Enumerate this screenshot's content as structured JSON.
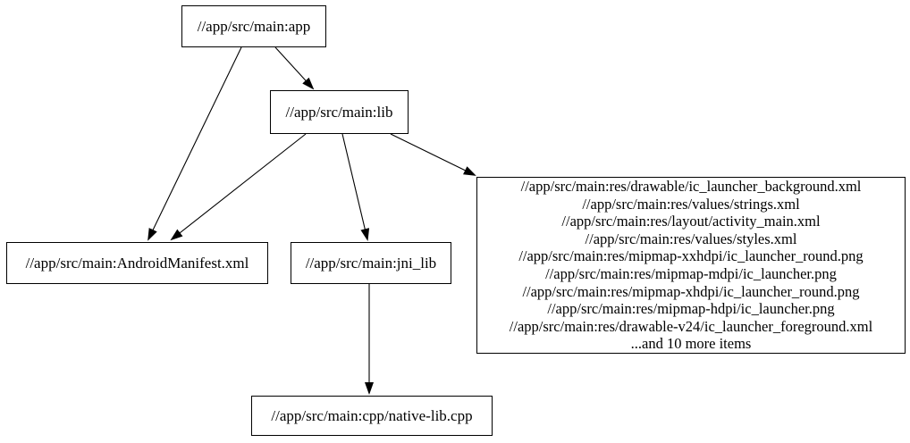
{
  "diagram": {
    "kind": "dependency-graph",
    "background_color": "#ffffff",
    "node_fill_color": "#ffffff",
    "node_border_color": "#000000",
    "edge_color": "#000000",
    "text_color": "#000000"
  },
  "nodes": {
    "app": {
      "label": "//app/src/main:app"
    },
    "lib": {
      "label": "//app/src/main:lib"
    },
    "android_manifest": {
      "label": "//app/src/main:AndroidManifest.xml"
    },
    "jni_lib": {
      "label": "//app/src/main:jni_lib"
    },
    "native_lib_cpp": {
      "label": "//app/src/main:cpp/native-lib.cpp"
    },
    "res_files": {
      "lines": [
        "//app/src/main:res/drawable/ic_launcher_background.xml",
        "//app/src/main:res/values/strings.xml",
        "//app/src/main:res/layout/activity_main.xml",
        "//app/src/main:res/values/styles.xml",
        "//app/src/main:res/mipmap-xxhdpi/ic_launcher_round.png",
        "//app/src/main:res/mipmap-mdpi/ic_launcher.png",
        "//app/src/main:res/mipmap-xhdpi/ic_launcher_round.png",
        "//app/src/main:res/mipmap-hdpi/ic_launcher.png",
        "//app/src/main:res/drawable-v24/ic_launcher_foreground.xml",
        "...and 10 more items"
      ]
    }
  },
  "edges": [
    {
      "from": "app",
      "to": "android_manifest"
    },
    {
      "from": "app",
      "to": "lib"
    },
    {
      "from": "lib",
      "to": "android_manifest"
    },
    {
      "from": "lib",
      "to": "jni_lib"
    },
    {
      "from": "lib",
      "to": "res_files"
    },
    {
      "from": "jni_lib",
      "to": "native_lib_cpp"
    }
  ]
}
